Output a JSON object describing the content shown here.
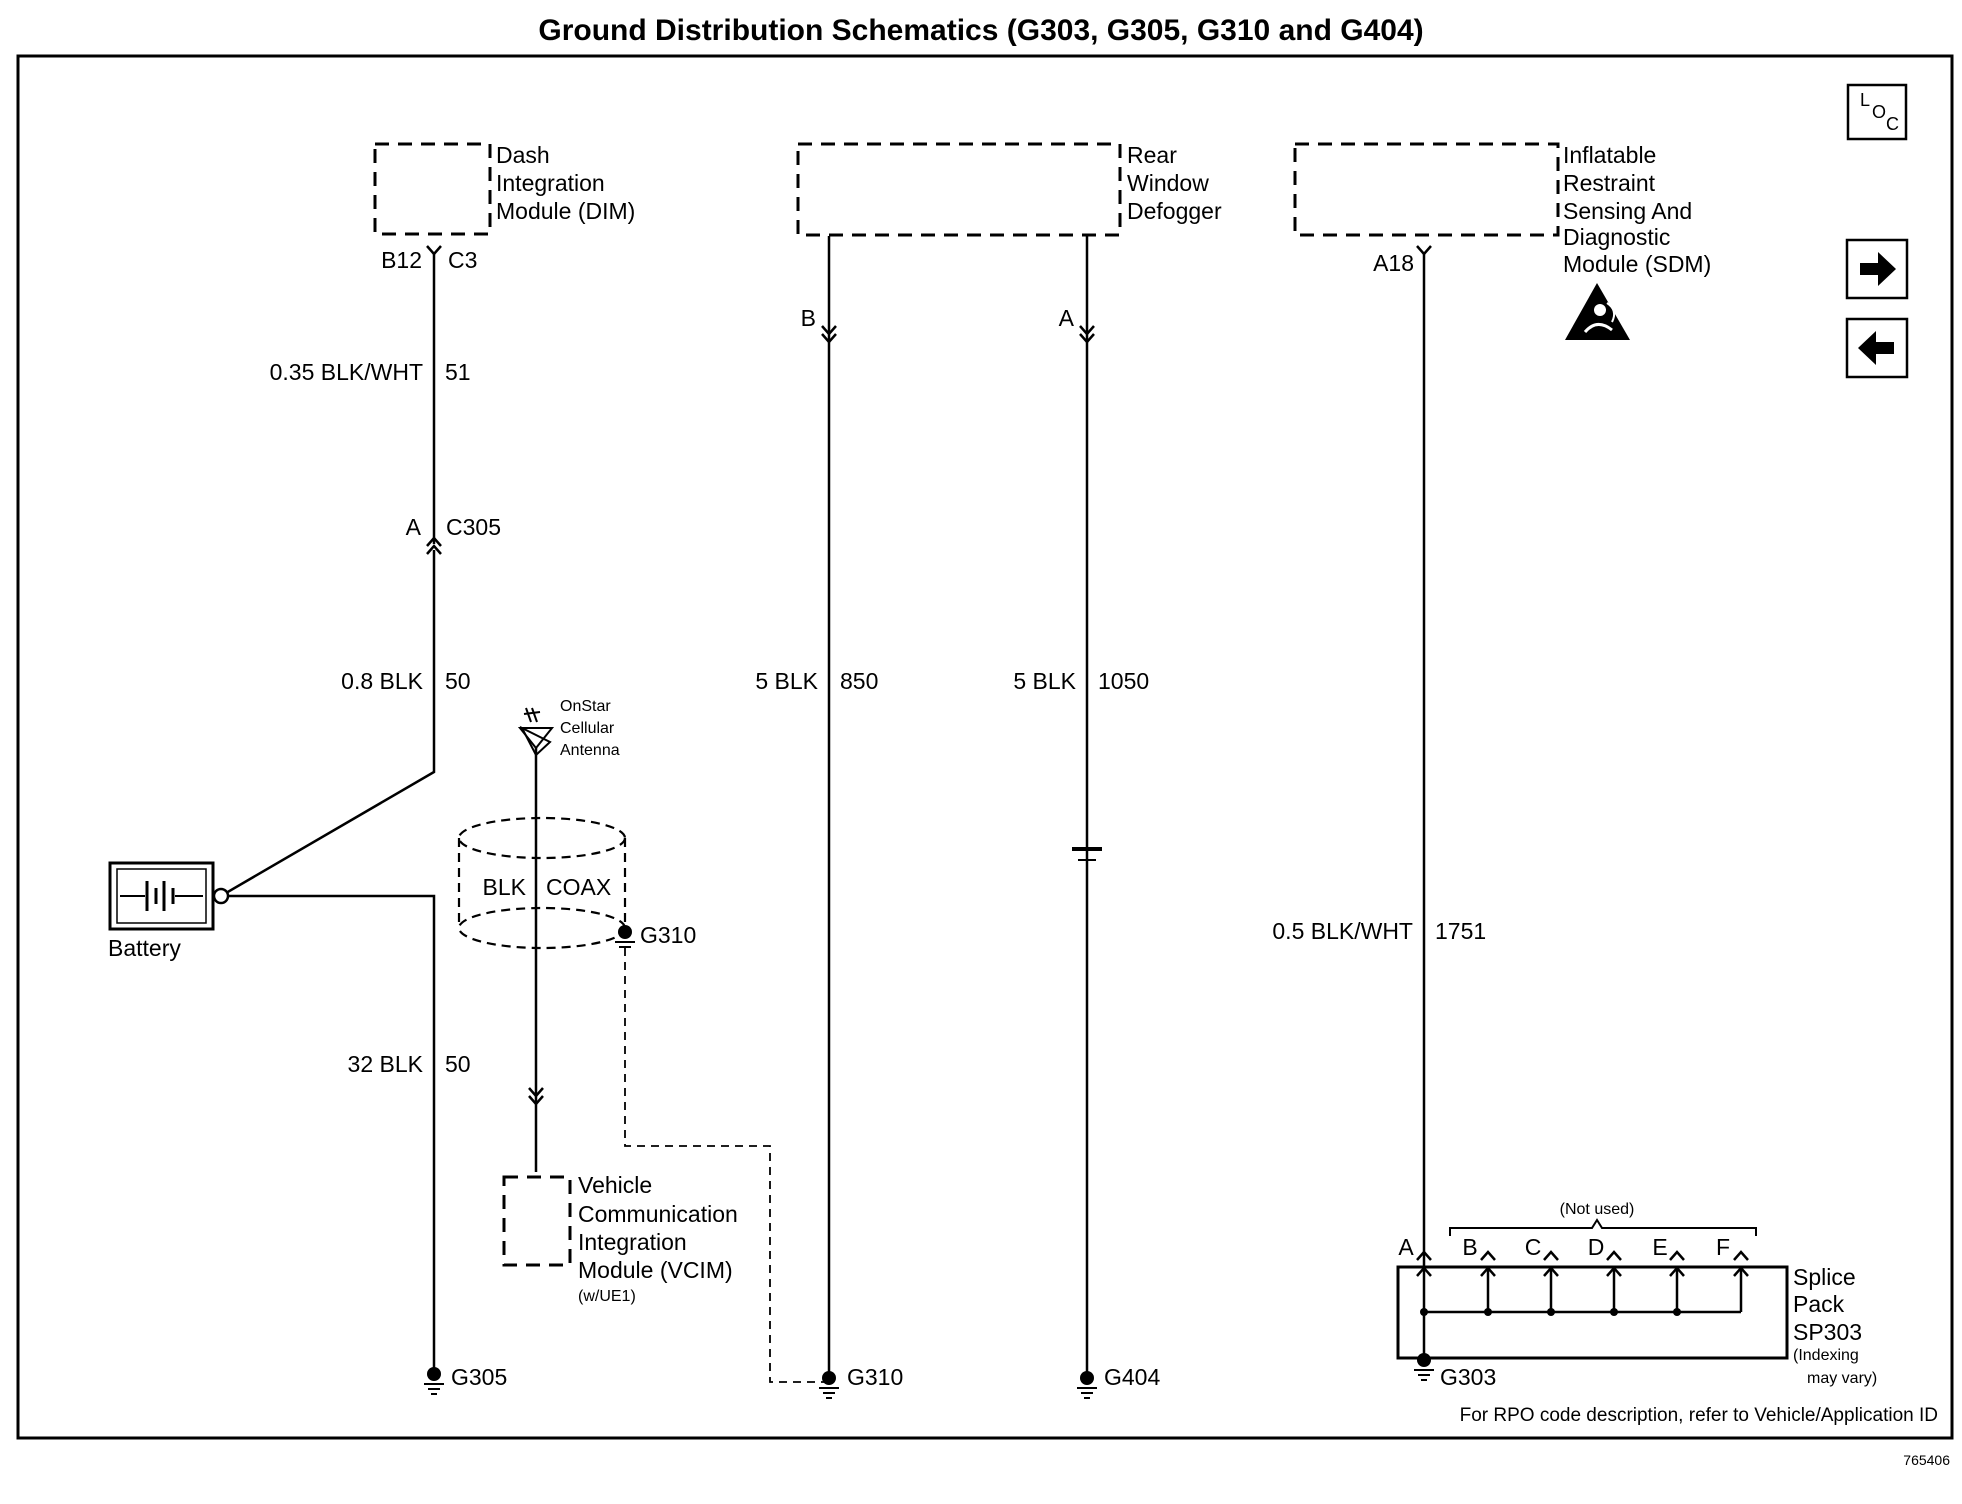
{
  "title": "Ground Distribution Schematics (G303, G305, G310 and G404)",
  "nav": {
    "loc_letters": [
      "L",
      "O",
      "C"
    ],
    "right_arrow": "arrow-right-icon",
    "left_arrow": "arrow-left-icon"
  },
  "components": {
    "dim": {
      "name_lines": [
        "Dash",
        "Integration",
        "Module (DIM)"
      ],
      "pin": "B12",
      "connector": "C3"
    },
    "defogger": {
      "name_lines": [
        "Rear",
        "Window",
        "Defogger"
      ],
      "pin_b": "B",
      "pin_a": "A"
    },
    "sdm": {
      "name_lines": [
        "Inflatable",
        "Restraint",
        "Sensing And",
        "Diagnostic",
        "Module (SDM)"
      ],
      "pin": "A18",
      "icon": "airbag-warning-icon"
    },
    "battery": {
      "label": "Battery"
    },
    "antenna": {
      "name_lines": [
        "OnStar",
        "Cellular",
        "Antenna"
      ]
    },
    "cable": {
      "color": "BLK",
      "type": "COAX"
    },
    "vcim": {
      "name_lines": [
        "Vehicle",
        "Communication",
        "Integration",
        "Module (VCIM)"
      ],
      "option": "(w/UE1)"
    },
    "splice": {
      "name_lines": [
        "Splice",
        "Pack",
        "SP303"
      ],
      "note_lines": [
        "(Indexing",
        "may vary)"
      ],
      "not_used": "(Not used)",
      "pins": [
        "A",
        "B",
        "C",
        "D",
        "E",
        "F"
      ]
    }
  },
  "connectors": {
    "c305": {
      "pin": "A",
      "name": "C305"
    }
  },
  "wires": {
    "dim_upper": {
      "gauge": "0.35 BLK/WHT",
      "circuit": "51"
    },
    "dim_lower": {
      "gauge": "0.8 BLK",
      "circuit": "50"
    },
    "battery_ground": {
      "gauge": "32 BLK",
      "circuit": "50"
    },
    "defog_b": {
      "gauge": "5 BLK",
      "circuit": "850"
    },
    "defog_a": {
      "gauge": "5 BLK",
      "circuit": "1050"
    },
    "sdm": {
      "gauge": "0.5 BLK/WHT",
      "circuit": "1751"
    }
  },
  "grounds": {
    "g305": "G305",
    "g310_shield": "G310",
    "g310": "G310",
    "g404": "G404",
    "g303": "G303"
  },
  "footer": {
    "note": "For  RPO code description, refer to Vehicle/Application ID",
    "figure_id": "765406"
  }
}
